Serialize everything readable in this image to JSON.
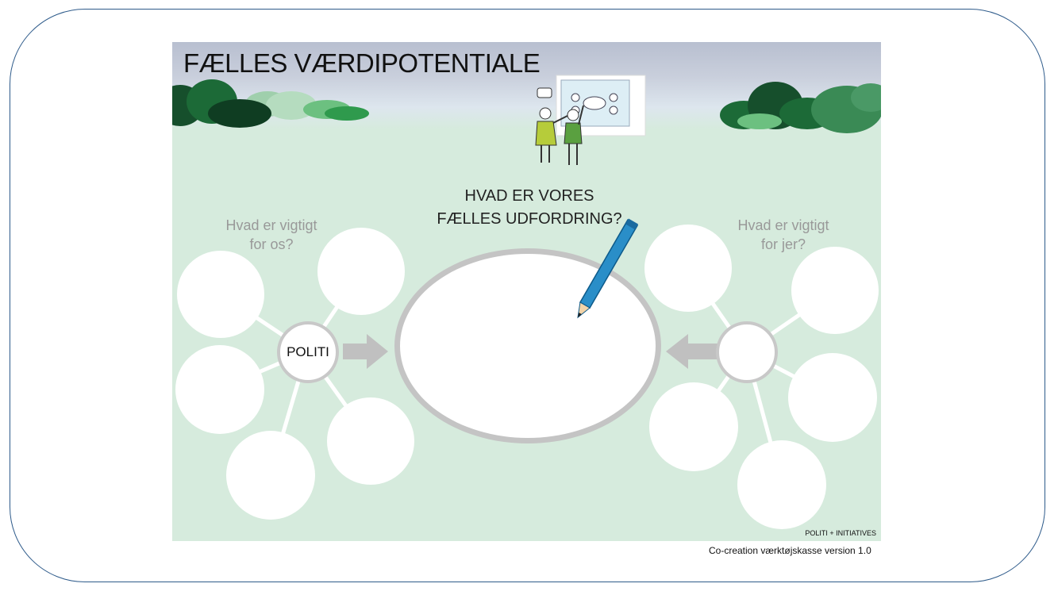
{
  "title": "FÆLLES VÆRDIPOTENTIALE",
  "center": {
    "question_line1": "HVAD ER VORES",
    "question_line2": "FÆLLES UDFORDRING?"
  },
  "left": {
    "question_line1": "Hvad er vigtigt",
    "question_line2": "for os?",
    "hub_label": "POLITI"
  },
  "right": {
    "question_line1": "Hvad er vigtigt",
    "question_line2": "for jer?",
    "hub_label": ""
  },
  "footer_brand": "POLITI + INITIATIVES",
  "version_text": "Co-creation værktøjskasse version 1.0",
  "colors": {
    "frame": "#2d5a8a",
    "grass": "#d6ebdd",
    "hub_border": "#c8c8c8",
    "arrow": "#c0c0c0",
    "pencil": "#2a8ec8"
  },
  "icons": [
    "pencil-icon",
    "people-at-board-illustration",
    "bush-illustration",
    "arrow-right-icon",
    "arrow-left-icon"
  ]
}
